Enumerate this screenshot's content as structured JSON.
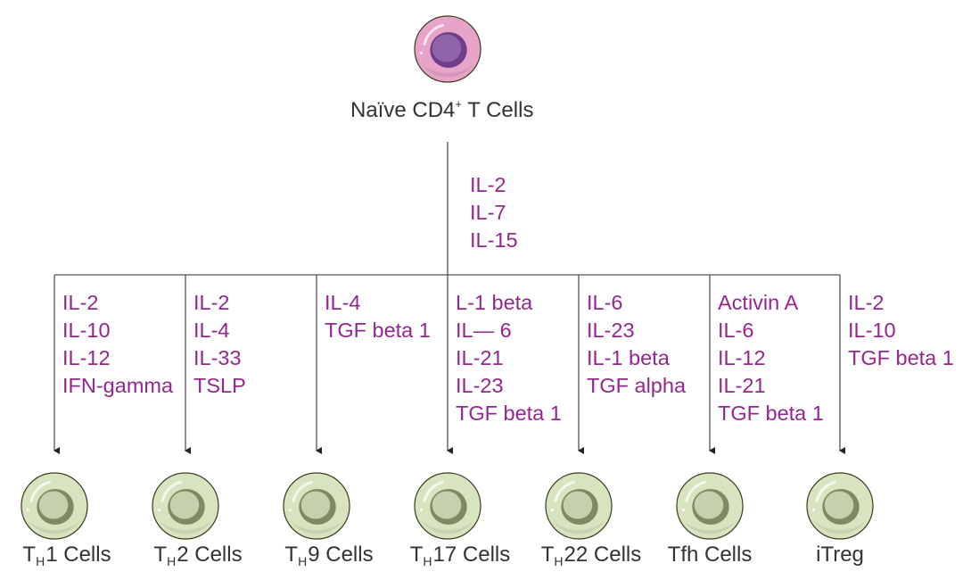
{
  "title": "Naïve CD4+ T cell differentiation",
  "colors": {
    "cytokine_text": "#93278f",
    "label_text": "#333333",
    "line": "#555555",
    "naive_cell_outer": "#e8a4c8",
    "naive_cell_nucleus": "#8e63a8",
    "naive_cell_nucleus_rim": "#6e3f88",
    "effector_cell_outer": "#d8e4c0",
    "effector_cell_nucleus": "#c5d0ad",
    "effector_cell_nucleus_rim": "#7f8a60"
  },
  "source": {
    "label_main": "Naïve CD4",
    "label_sup": "+",
    "label_tail": " T Cells",
    "icon": "naive-t-cell-icon"
  },
  "trunk_cytokines": [
    "IL-2",
    "IL-7",
    "IL-15"
  ],
  "branches": [
    {
      "id": "th1",
      "prefix": "T",
      "sub": "H",
      "suffix": "1 Cells",
      "cytokines": [
        "IL-2",
        "IL-10",
        "IL-12",
        "IFN-gamma"
      ]
    },
    {
      "id": "th2",
      "prefix": "T",
      "sub": "H",
      "suffix": "2 Cells",
      "cytokines": [
        "IL-2",
        "IL-4",
        "IL-33",
        "TSLP"
      ]
    },
    {
      "id": "th9",
      "prefix": "T",
      "sub": "H",
      "suffix": "9 Cells",
      "cytokines": [
        "IL-4",
        "TGF beta 1"
      ]
    },
    {
      "id": "th17",
      "prefix": "T",
      "sub": "H",
      "suffix": "17 Cells",
      "cytokines": [
        "L-1 beta",
        "IL— 6",
        "IL-21",
        "IL-23",
        "TGF beta 1"
      ]
    },
    {
      "id": "th22",
      "prefix": "T",
      "sub": "H",
      "suffix": "22 Cells",
      "cytokines": [
        "IL-6",
        "IL-23",
        "IL-1 beta",
        "TGF alpha"
      ]
    },
    {
      "id": "tfh",
      "prefix": "Tfh Cells",
      "sub": "",
      "suffix": "",
      "cytokines": [
        "Activin A",
        "IL-6",
        "IL-12",
        "IL-21",
        "TGF beta 1"
      ]
    },
    {
      "id": "itreg",
      "prefix": "iTreg",
      "sub": "",
      "suffix": "",
      "cytokines": [
        "IL-2",
        "IL-10",
        "TGF beta 1"
      ]
    }
  ]
}
